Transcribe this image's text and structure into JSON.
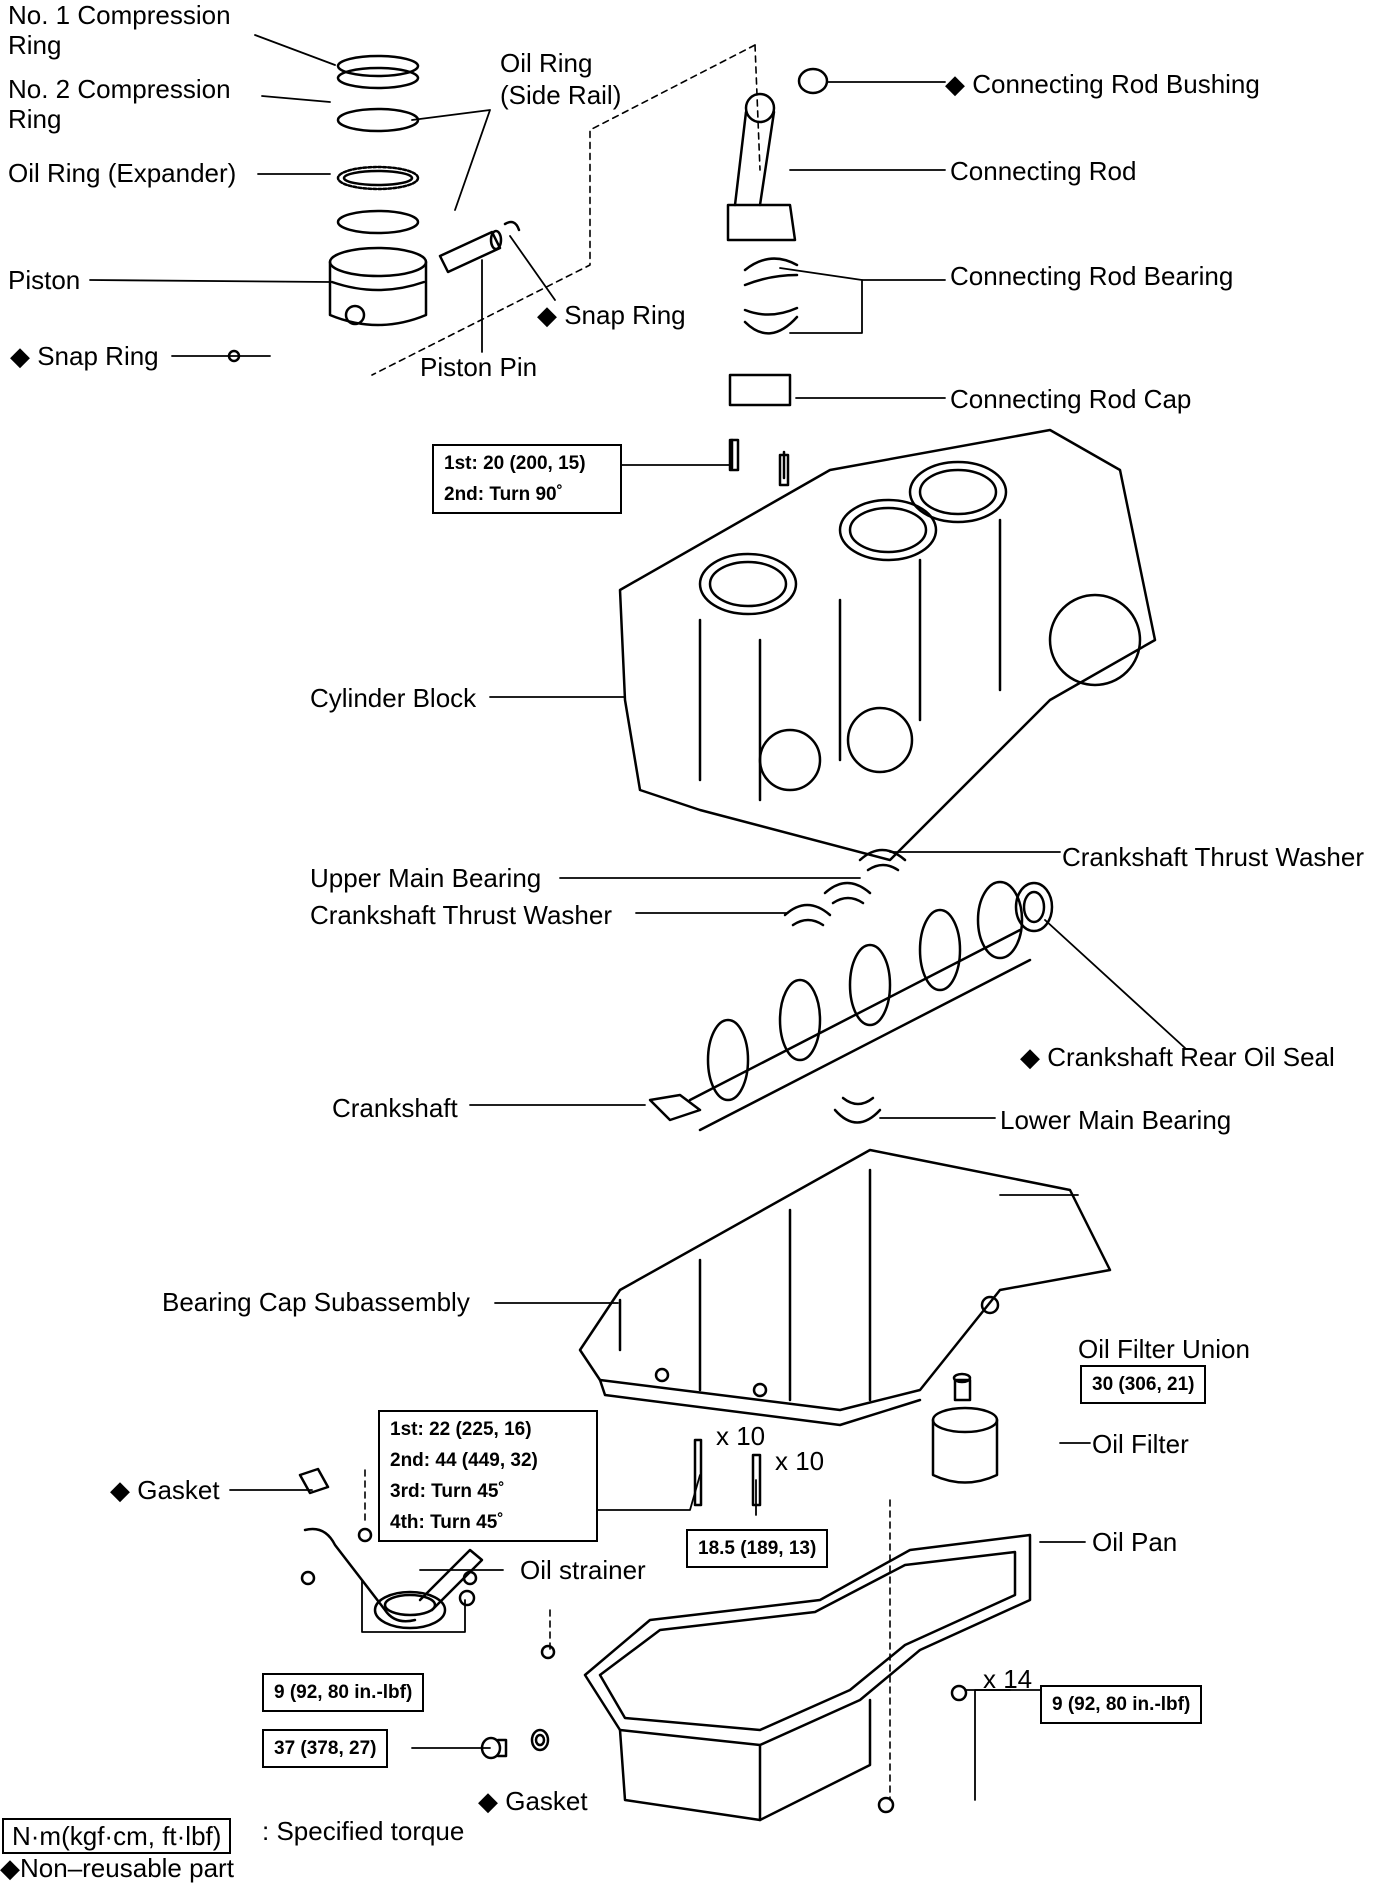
{
  "labels": {
    "no1_compression_ring": "No. 1 Compression Ring",
    "no2_compression_ring": "No. 2 Compression Ring",
    "oil_ring_expander": "Oil Ring (Expander)",
    "oil_ring_side_rail_1": "Oil Ring",
    "oil_ring_side_rail_2": "(Side Rail)",
    "piston": "Piston",
    "snap_ring_left": "◆ Snap Ring",
    "snap_ring_right": "◆ Snap Ring",
    "piston_pin": "Piston Pin",
    "connecting_rod_bushing": "◆ Connecting Rod Bushing",
    "connecting_rod": "Connecting Rod",
    "connecting_rod_bearing": "Connecting Rod Bearing",
    "connecting_rod_cap": "Connecting Rod Cap",
    "cylinder_block": "Cylinder Block",
    "upper_main_bearing": "Upper Main Bearing",
    "thrust_washer_left": "Crankshaft Thrust Washer",
    "thrust_washer_right": "Crankshaft Thrust Washer",
    "rear_oil_seal": "◆ Crankshaft Rear Oil Seal",
    "crankshaft": "Crankshaft",
    "lower_main_bearing": "Lower Main Bearing",
    "bearing_cap_subassembly": "Bearing Cap Subassembly",
    "oil_filter_union": "Oil Filter Union",
    "oil_filter": "Oil Filter",
    "gasket_upper": "◆ Gasket",
    "oil_strainer": "Oil strainer",
    "oil_pan": "Oil Pan",
    "gasket_lower": "◆ Gasket",
    "qty_x10_a": "x 10",
    "qty_x10_b": "x 10",
    "qty_x14": "x 14"
  },
  "torque": {
    "conrod_1": "1st: 20 (200, 15)",
    "conrod_2": "2nd: Turn 90˚",
    "oil_filter_union": "30 (306, 21)",
    "bearing_cap_1": "1st: 22 (225, 16)",
    "bearing_cap_2": "2nd: 44 (449, 32)",
    "bearing_cap_3": "3rd: Turn 45˚",
    "bearing_cap_4": "4th: Turn 45˚",
    "bearing_cap_outer": "18.5 (189, 13)",
    "strainer": "9 (92, 80 in.-lbf)",
    "drain_plug": "37 (378, 27)",
    "oil_pan": "9 (92, 80 in.-lbf)"
  },
  "legend": {
    "unit_box": "N·m(kgf·cm,  ft·lbf)",
    "unit_text": ": Specified torque",
    "non_reusable": "◆Non–reusable part"
  }
}
